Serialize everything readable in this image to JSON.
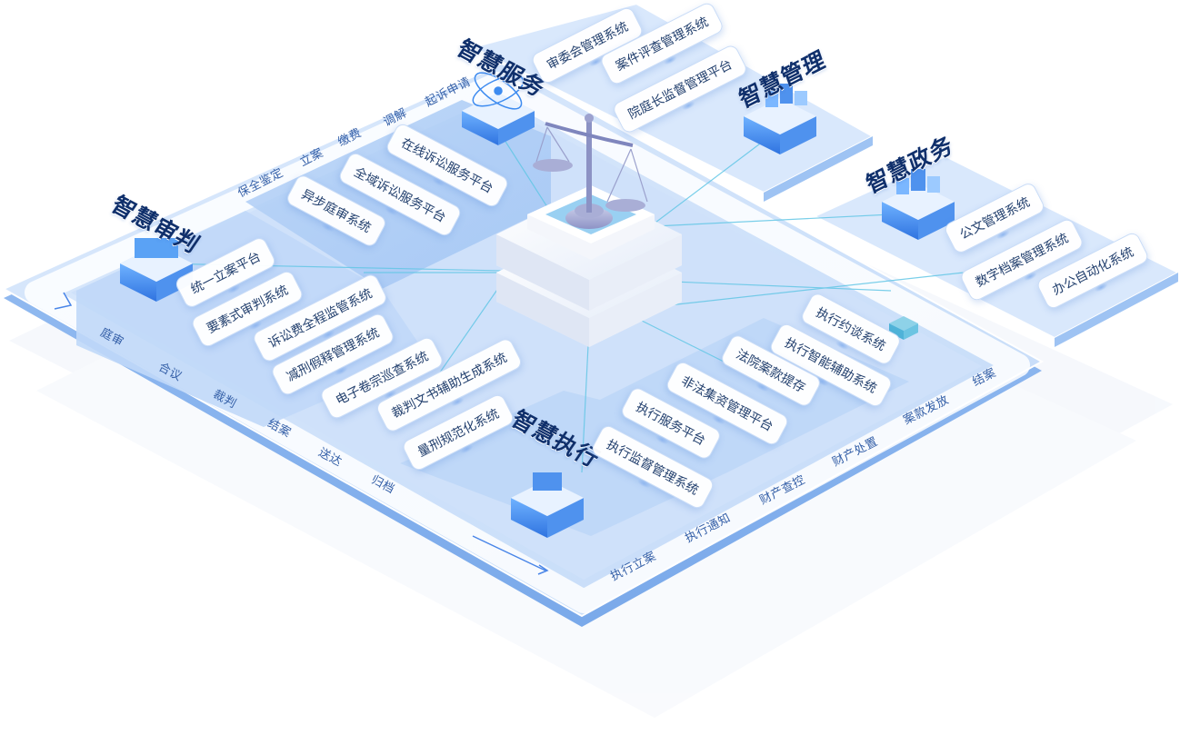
{
  "sections": {
    "service": {
      "title": "智慧服务",
      "cards": [
        "在线诉讼服务平台",
        "全域诉讼服务平台",
        "异步庭审系统"
      ]
    },
    "management": {
      "title": "智慧管理",
      "cards": [
        "审委会管理系统",
        "案件评查管理系统",
        "院庭长监督管理平台"
      ]
    },
    "government": {
      "title": "智慧政务",
      "cards": [
        "公文管理系统",
        "数字档案管理系统",
        "办公自动化系统"
      ]
    },
    "trial": {
      "title": "智慧审判",
      "cards": [
        "统一立案平台",
        "要素式审判系统",
        "诉讼费全程监管系统",
        "减刑假释管理系统",
        "电子卷宗巡查系统",
        "裁判文书辅助生成系统",
        "量刑规范化系统"
      ]
    },
    "execution": {
      "title": "智慧执行",
      "cards": [
        "执行约谈系统",
        "执行智能辅助系统",
        "法院案款提存",
        "非法集资管理平台",
        "执行服务平台",
        "执行监督管理系统"
      ]
    }
  },
  "process_flows": {
    "service": [
      "起诉申请",
      "调解",
      "缴费",
      "立案",
      "保全鉴定"
    ],
    "trial": [
      "庭审",
      "合议",
      "裁判",
      "结案",
      "送达",
      "归档"
    ],
    "execution": [
      "执行立案",
      "执行通知",
      "财产查控",
      "财产处置",
      "案款发放",
      "结案"
    ]
  },
  "colors": {
    "platform": "#d6e6fb",
    "platform_edge": "#9cc1f2",
    "track": "#eef5ff",
    "title_text": "#0f2f6b",
    "card_text": "#23406e",
    "accent": "#3d8bf0"
  },
  "icons": [
    "scales-of-justice-icon",
    "server-building-icon",
    "cube-cluster-icon",
    "atom-orbit-icon"
  ]
}
